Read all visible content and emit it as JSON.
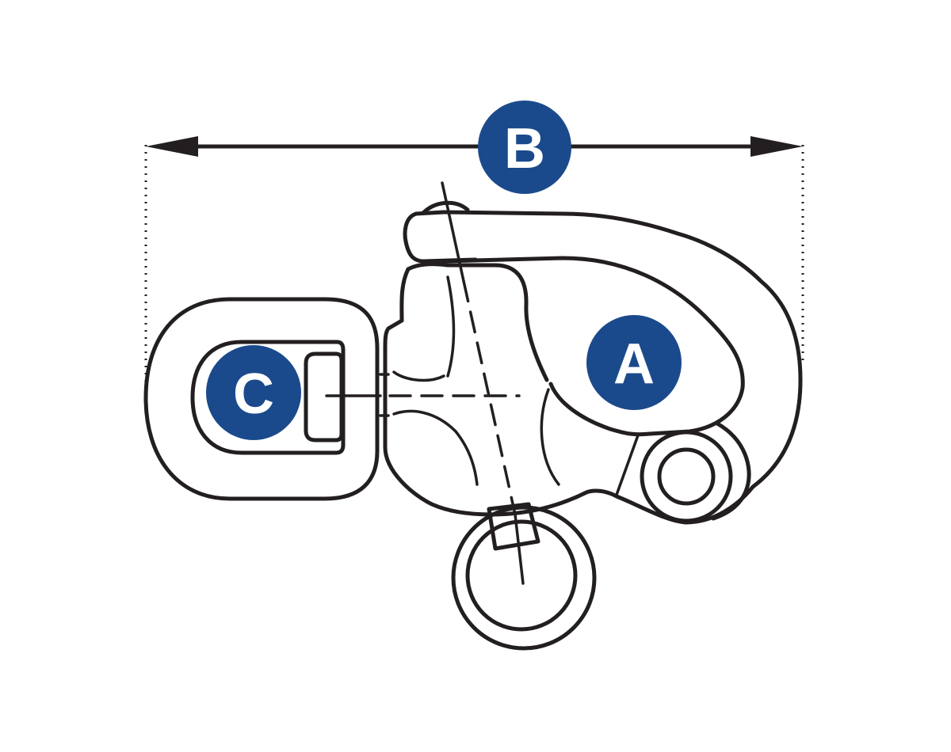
{
  "colors": {
    "line": "#231f20",
    "callout_fill": "#1b4a8c",
    "callout_text": "#ffffff",
    "background": "#ffffff"
  },
  "callouts": {
    "a": "A",
    "b": "B",
    "c": "C"
  }
}
